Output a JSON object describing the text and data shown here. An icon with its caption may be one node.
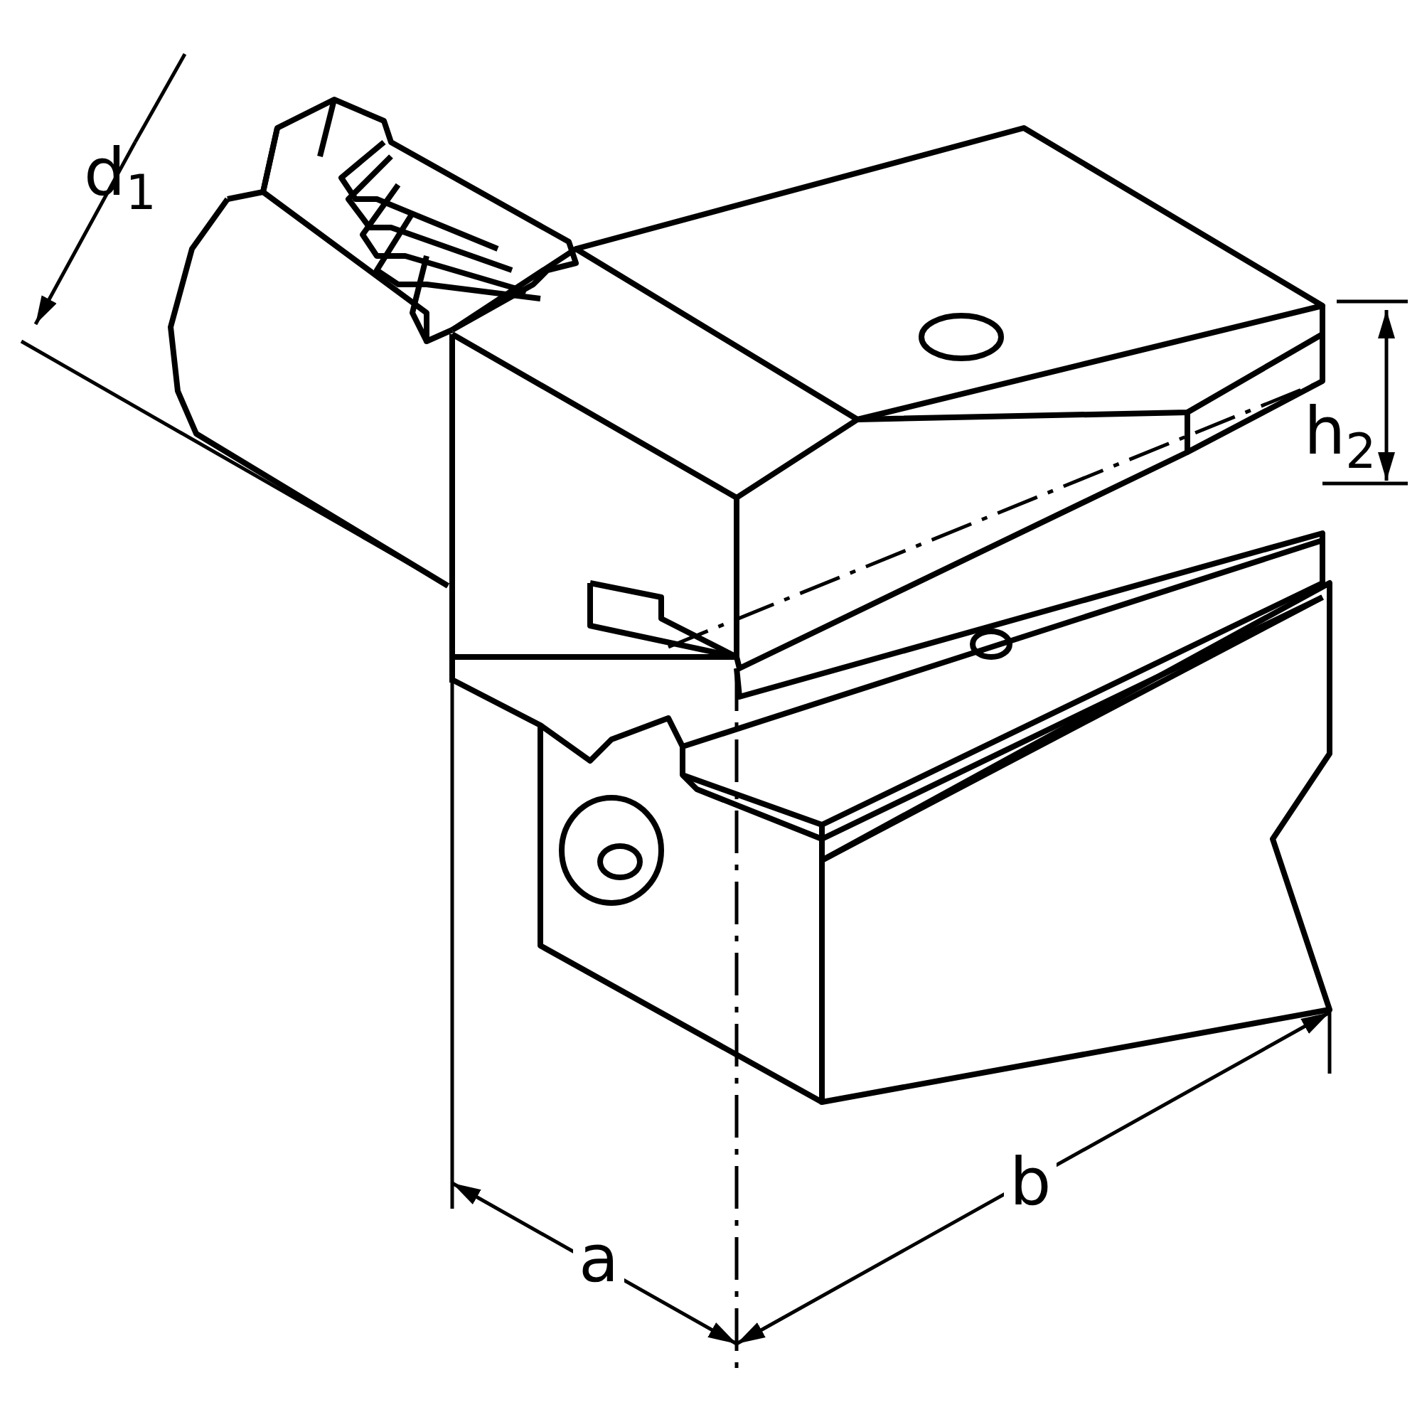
{
  "diagram": {
    "labels": [
      "d$_{1}$",
      "h$_{2}$",
      "a",
      "b"
    ]
  }
}
